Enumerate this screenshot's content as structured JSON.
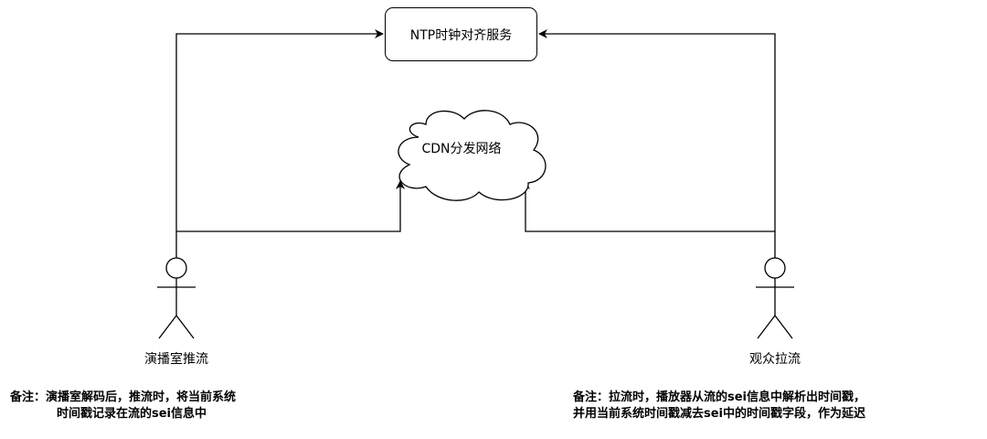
{
  "ntp_service": {
    "label": "NTP时钟对齐服务"
  },
  "cdn": {
    "label": "CDN分发网络"
  },
  "actors": {
    "streamer": {
      "label": "演播室推流"
    },
    "viewer": {
      "label": "观众拉流"
    }
  },
  "notes": {
    "left": {
      "line1": "备注：演播室解码后，推流时，将当前系统",
      "line2": "时间戳记录在流的sei信息中"
    },
    "right": {
      "line1": "备注：拉流时，播放器从流的sei信息中解析出时间戳，",
      "line2": "并用当前系统时间戳减去sei中的时间戳字段，作为延迟"
    }
  }
}
